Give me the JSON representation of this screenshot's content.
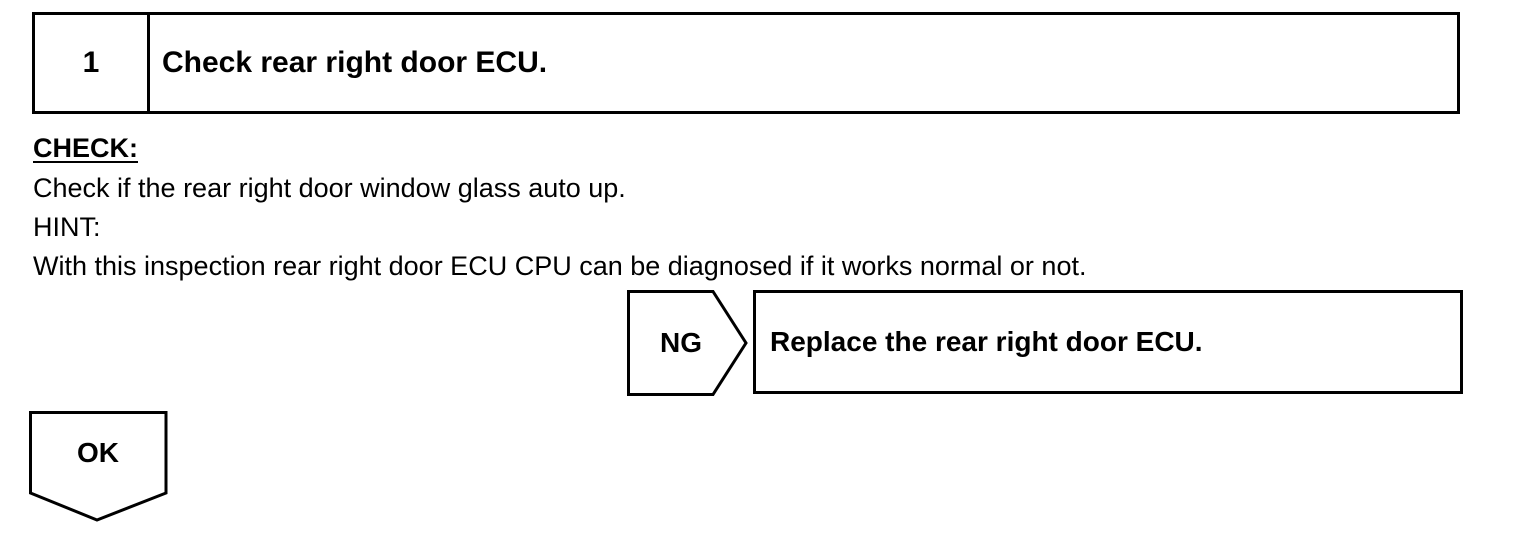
{
  "step": {
    "number": "1",
    "title": "Check rear right door ECU."
  },
  "check": {
    "heading": "CHECK:",
    "instruction": "Check if the rear right door window glass auto up.",
    "hint_label": "HINT:",
    "hint_text": "With this inspection rear right door ECU CPU can be diagnosed if it works normal or not."
  },
  "ng": {
    "label": "NG",
    "action": "Replace the rear right door ECU."
  },
  "ok": {
    "label": "OK"
  }
}
